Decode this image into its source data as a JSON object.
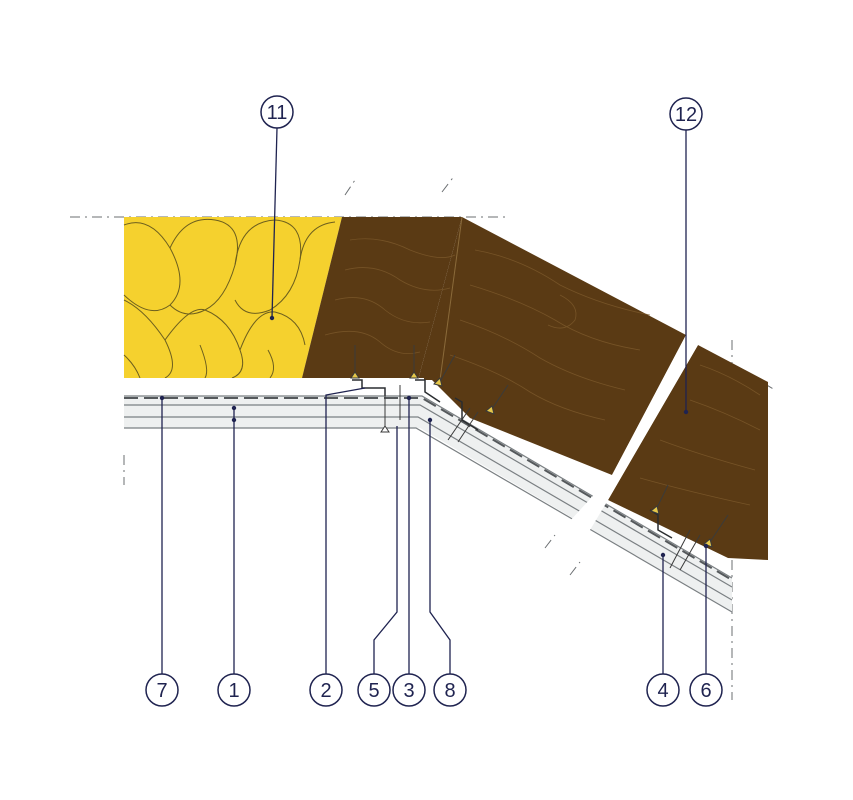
{
  "callouts": [
    {
      "id": "c11",
      "label": "11"
    },
    {
      "id": "c12",
      "label": "12"
    },
    {
      "id": "c7",
      "label": "7"
    },
    {
      "id": "c1",
      "label": "1"
    },
    {
      "id": "c2",
      "label": "2"
    },
    {
      "id": "c5",
      "label": "5"
    },
    {
      "id": "c3",
      "label": "3"
    },
    {
      "id": "c8",
      "label": "8"
    },
    {
      "id": "c4",
      "label": "4"
    },
    {
      "id": "c6",
      "label": "6"
    }
  ],
  "colors": {
    "insulation": "#f5d12e",
    "insulation_line": "#8a7a2a",
    "timber": "#5a3a14",
    "timber_grain": "#7a5528",
    "board": "#eef0f0",
    "board_line": "#7a7f82",
    "leader": "#1f2350",
    "screw": "#e6c84a"
  }
}
